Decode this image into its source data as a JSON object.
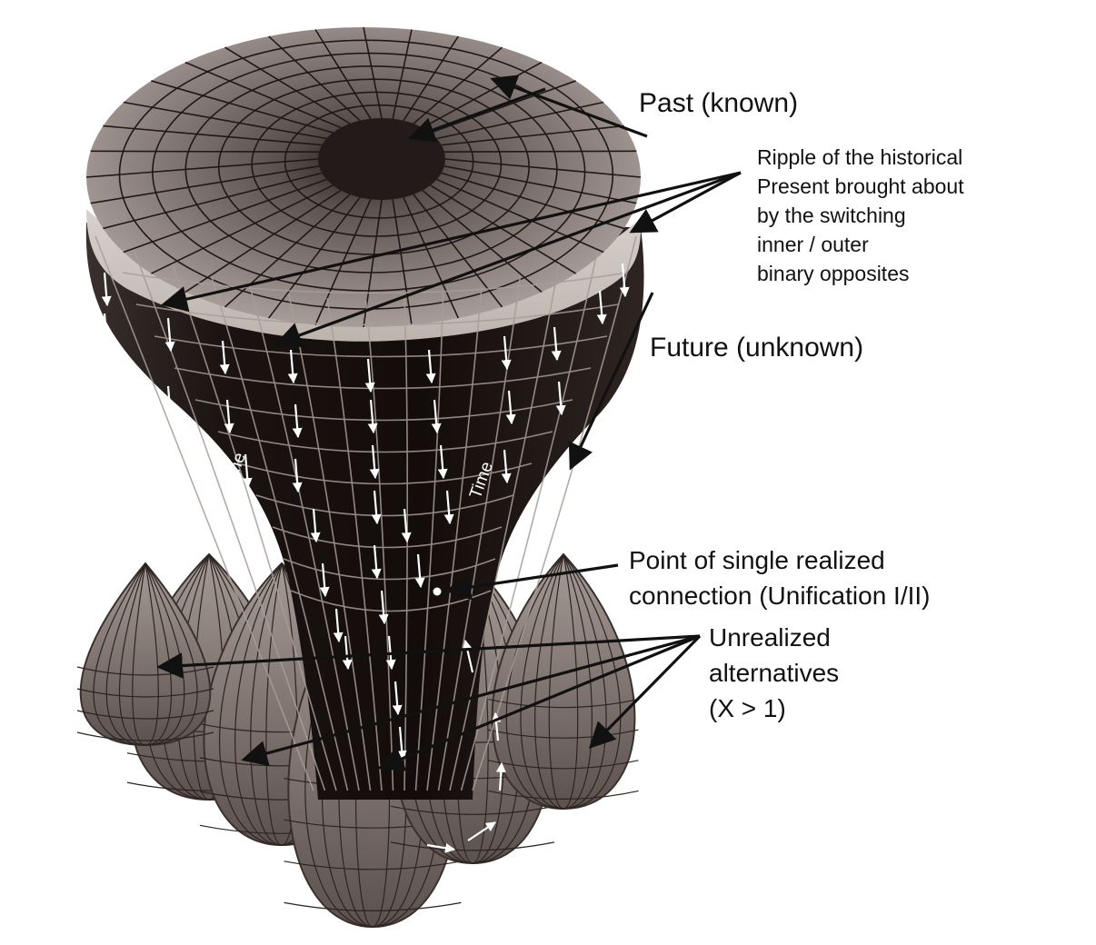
{
  "labels": {
    "past": "Past (known)",
    "ripple": [
      "Ripple of the historical",
      "Present brought about",
      "by the switching",
      "inner / outer",
      "binary opposites"
    ],
    "future": "Future (unknown)",
    "point": [
      "Point of single realized",
      "connection (Unification I/II)"
    ],
    "unrealized": [
      "Unrealized",
      "alternatives",
      "(X > 1)"
    ],
    "time_left": "Time",
    "time_right": "Time"
  },
  "colors": {
    "torus_top": "#8a7f7a",
    "torus_band": "#c9c2bd",
    "body_dark": "#1d1615",
    "mesh_line": "#a89d97",
    "lobe": "#6e6460",
    "lobe_light": "#b5aaa4",
    "arrow": "#111111",
    "time_arrow": "#ffffff",
    "text": "#111111"
  },
  "icons": {
    "pointer_arrows": "arrow-icon",
    "time_flow": "down-arrow-icon",
    "connection_point": "dot-icon"
  }
}
